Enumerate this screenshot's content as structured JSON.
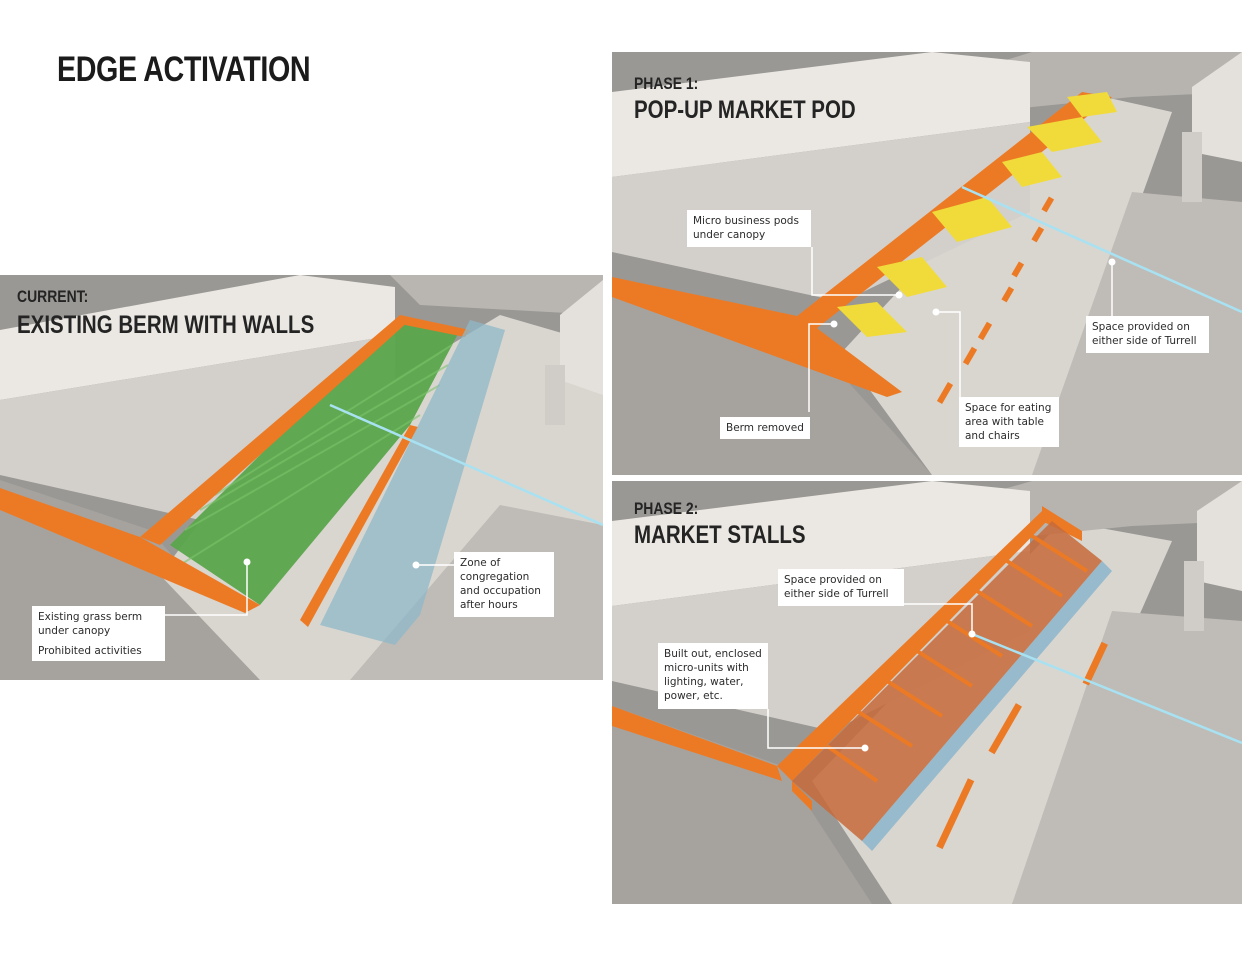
{
  "page": {
    "title": "EDGE ACTIVATION"
  },
  "current": {
    "kicker": "CURRENT:",
    "heading": "EXISTING BERM WITH WALLS",
    "callout_berm": {
      "line1": "Existing grass berm",
      "line2": "under canopy",
      "line3": "Prohibited activities"
    },
    "callout_zone": {
      "line1": "Zone of",
      "line2": "congregation",
      "line3": "and occupation",
      "line4": "after hours"
    }
  },
  "phase1": {
    "kicker": "PHASE 1:",
    "heading": "POP-UP MARKET POD",
    "callout_pods": {
      "line1": "Micro business pods",
      "line2": "under canopy"
    },
    "callout_space": {
      "line1": "Space provided on",
      "line2": "either side of Turrell"
    },
    "callout_berm": {
      "line1": "Berm removed"
    },
    "callout_eating": {
      "line1": "Space for eating",
      "line2": "area with table",
      "line3": "and chairs"
    }
  },
  "phase2": {
    "kicker": "PHASE 2:",
    "heading": "MARKET STALLS",
    "callout_space": {
      "line1": "Space provided on",
      "line2": "either side of Turrell"
    },
    "callout_units": {
      "line1": "Built out, enclosed",
      "line2": "micro-units with",
      "line3": "lighting, water,",
      "line4": "power, etc."
    }
  },
  "colors": {
    "ground": "#9a9895",
    "plaza": "#d9d6d0",
    "building": "#dcd9d4",
    "wall": "#ec7a25",
    "grass": "#5aa54a",
    "zone": "#8fb8c8",
    "pod": "#f1db3a",
    "leader": "#ffffff"
  }
}
